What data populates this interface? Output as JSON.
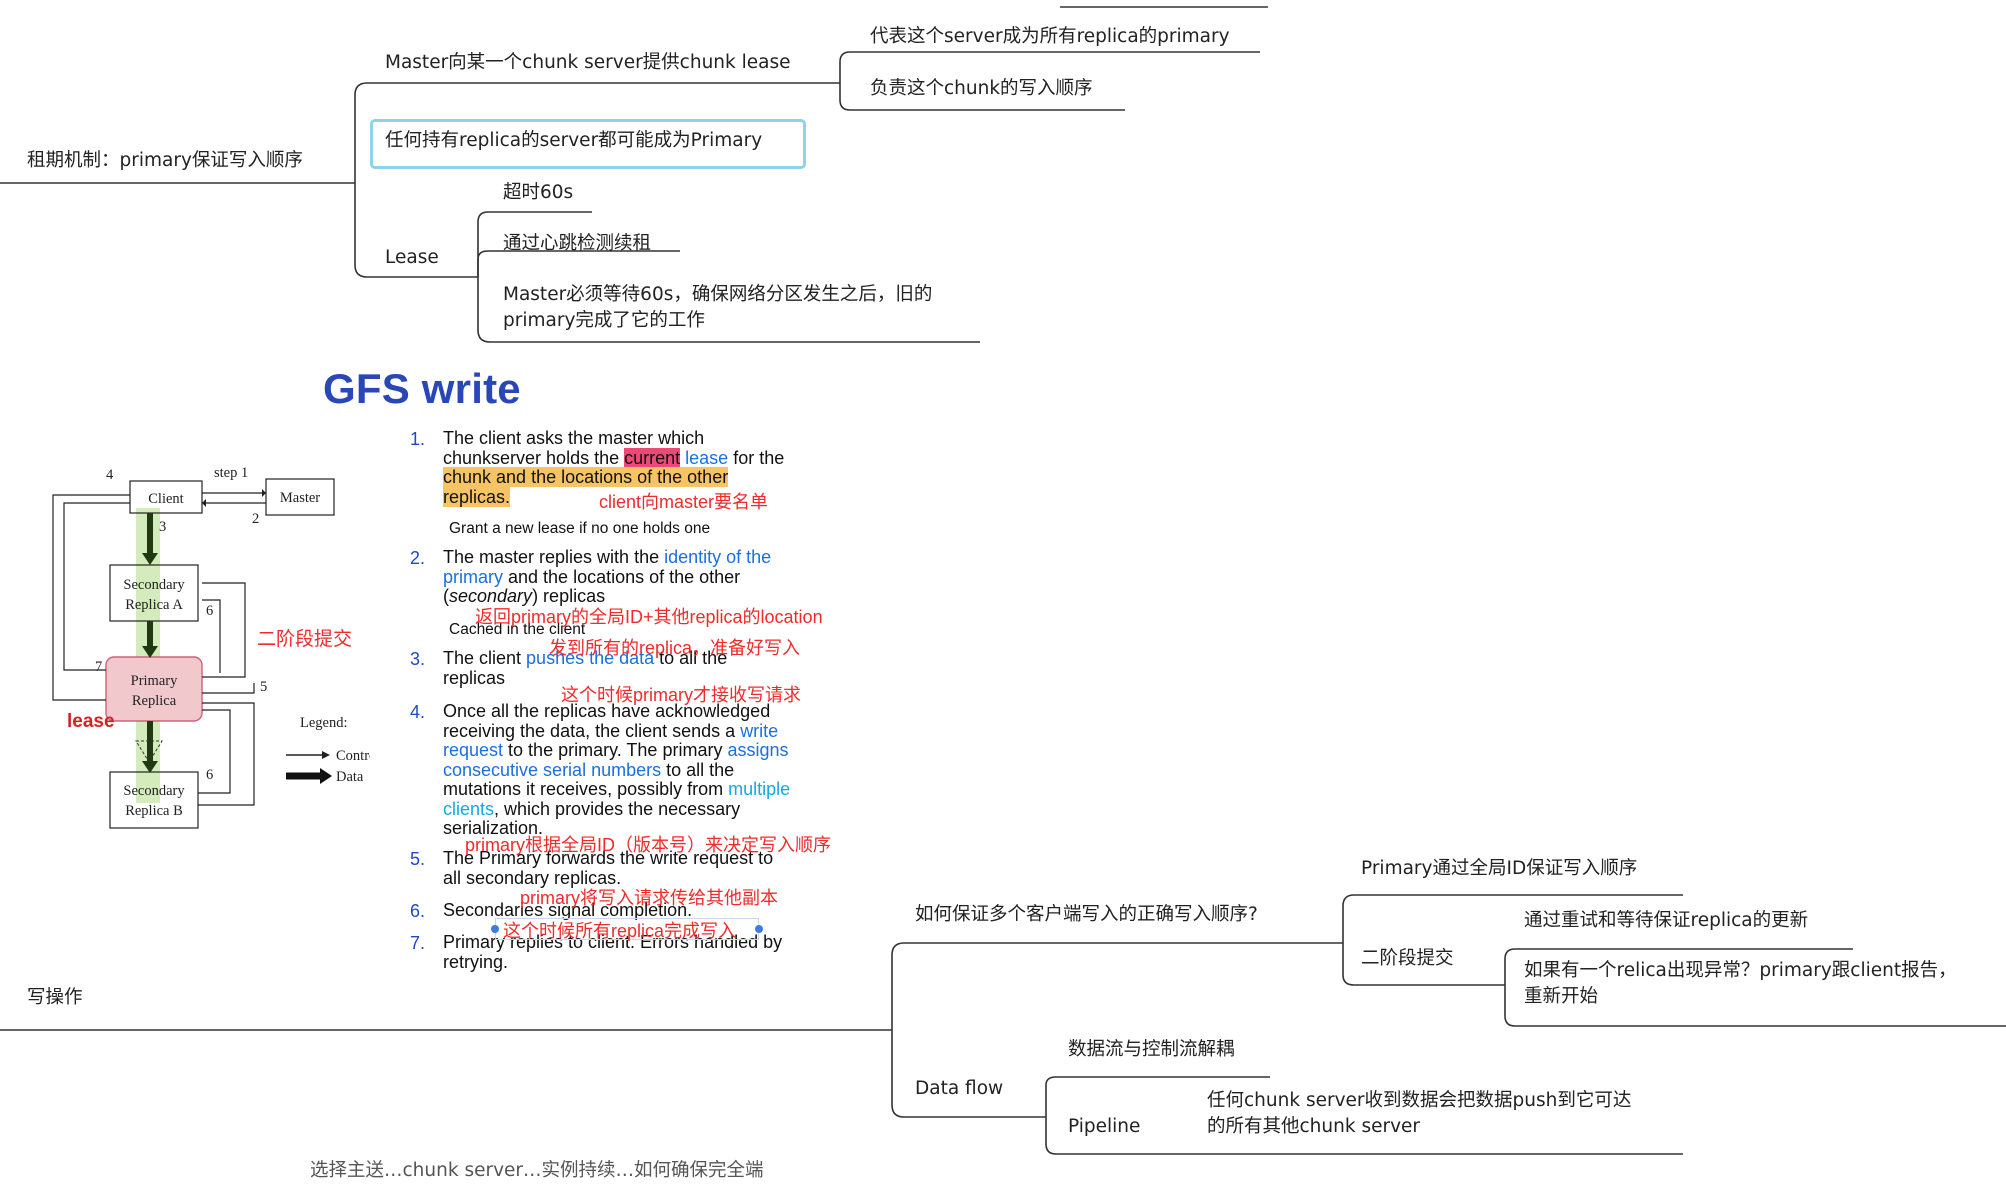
{
  "mindmap": {
    "top_right_fragment": "",
    "lease_branch": {
      "root": "租期机制：primary保证写入顺序",
      "master_lease": "Master向某一个chunk server提供chunk lease",
      "master_lease_children": [
        "代表这个server成为所有replica的primary",
        "负责这个chunk的写入顺序"
      ],
      "any_replica": "任何持有replica的server都可能成为Primary",
      "lease": "Lease",
      "lease_children": [
        "超时60s",
        "通过心跳检测续租"
      ],
      "lease_wait_line1": "Master必须等待60s，确保网络分区发生之后，旧的",
      "lease_wait_line2": "primary完成了它的工作"
    },
    "write_branch": {
      "root": "写操作",
      "order_q": "如何保证多个客户端写入的正确写入顺序?",
      "order_a1": "Primary通过全局ID保证写入顺序",
      "two_phase": "二阶段提交",
      "two_phase_c1": "通过重试和等待保证replica的更新",
      "two_phase_c2_line1": "如果有一个relica出现异常？primary跟client报告，",
      "two_phase_c2_line2": "重新开始",
      "dataflow": "Data flow",
      "dataflow_c1": "数据流与控制流解耦",
      "pipeline": "Pipeline",
      "pipeline_c1_line1": "任何chunk server收到数据会把数据push到它可达",
      "pipeline_c1_line2": "的所有其他chunk server"
    },
    "bottom_fragment": "选择主送…chunk server…实例持续…如何确保完全端"
  },
  "gfs": {
    "title": "GFS write",
    "steps": [
      {
        "num": "1."
      },
      {
        "num": "2."
      },
      {
        "num": "3."
      },
      {
        "num": "4."
      },
      {
        "num": "5."
      },
      {
        "num": "6."
      },
      {
        "num": "7."
      }
    ],
    "s1": {
      "a": "The client asks the master which",
      "b": "chunkserver holds the ",
      "current": "current",
      "lease": " lease",
      "c": " for the",
      "d": "chunk and the locations of the other",
      "e": "replicas."
    },
    "s1_note": "Grant a new lease if no one holds one",
    "s2": {
      "a": "The master replies with the ",
      "identity": "identity of the",
      "primary": "primary",
      "b": " and the locations of the other",
      "c": "(",
      "secondary": "secondary",
      "d": ") replicas"
    },
    "s2_note": "Cached in the client",
    "s3": {
      "a": "The client ",
      "push": "pushes the data",
      "b": " to all the",
      "c": "replicas"
    },
    "s4": {
      "a": "Once all the replicas have acknowledged",
      "b": "receiving the data, the client sends a ",
      "write": "write",
      "request": "request",
      "c": " to the primary. The primary ",
      "assigns": "assigns",
      "serial": "consecutive serial numbers",
      "d": " to all the",
      "e": "mutations it receives, possibly from ",
      "multiple": "multiple",
      "clients": "clients",
      "f": ", which provides the necessary",
      "g": "serialization."
    },
    "s5": {
      "a": "The Primary forwards the write request to",
      "b": "all  secondary replicas."
    },
    "s6": "Secondaries signal completion.",
    "s7": {
      "a": "Primary replies to client. Errors handled by",
      "b": "retrying."
    },
    "annotations": {
      "a1": "client向master要名单",
      "a2": "返回primary的全局ID+其他replica的location",
      "a3": "发到所有的replica，准备好写入",
      "a4": "这个时候primary才接收写请求",
      "a5": "primary根据全局ID（版本号）来决定写入顺序",
      "a6": "primary将写入请求传给其他副本",
      "a7": "这个时候所有replica完成写入",
      "two_phase": "二阶段提交",
      "lease": "lease"
    },
    "diagram": {
      "client": "Client",
      "master": "Master",
      "secA1": "Secondary",
      "secA2": "Replica A",
      "prim1": "Primary",
      "prim2": "Replica",
      "secB1": "Secondary",
      "secB2": "Replica B",
      "step1": "step 1",
      "n2": "2",
      "n3": "3",
      "n4": "4",
      "n5": "5",
      "n6a": "6",
      "n6b": "6",
      "n7": "7",
      "legend": "Legend:",
      "control": "Control",
      "data": "Data"
    }
  }
}
